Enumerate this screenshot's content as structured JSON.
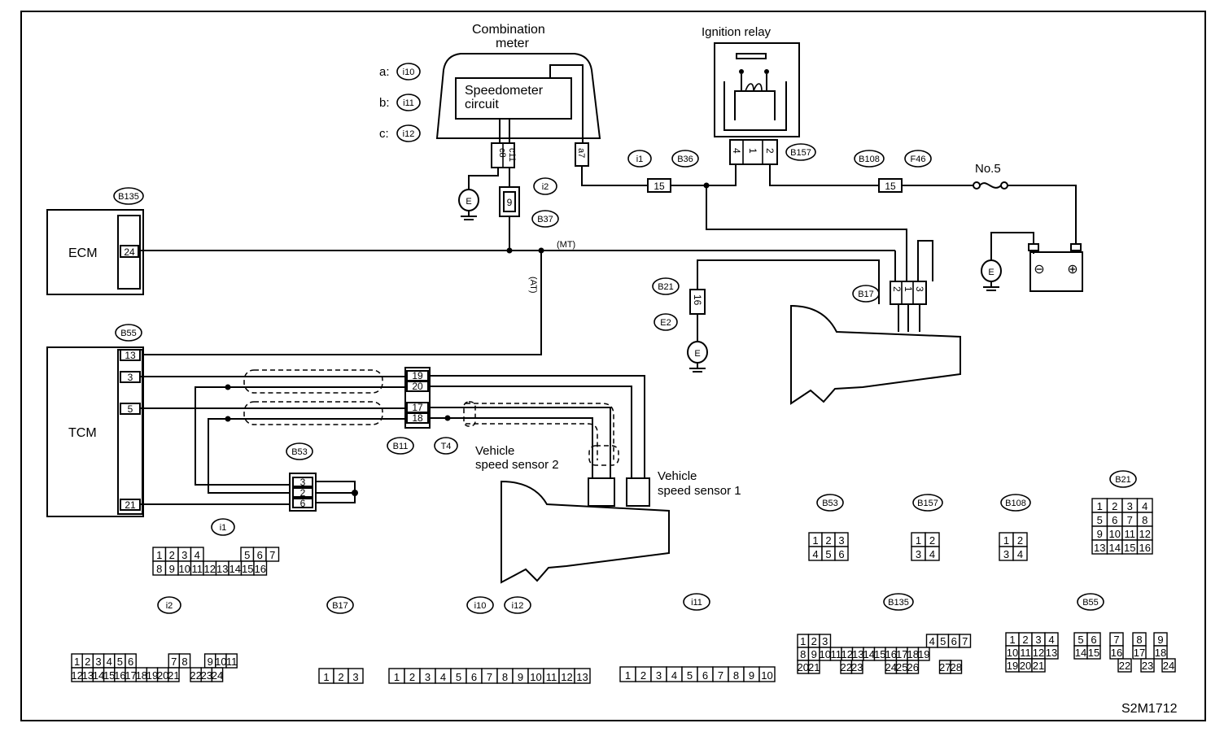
{
  "diagram": {
    "id": "S2M1712",
    "components": {
      "combination_meter": "Combination\nmeter",
      "combination_meter_1": "Combination",
      "combination_meter_2": "meter",
      "speedometer_1": "Speedometer",
      "speedometer_2": "circuit",
      "ignition_relay": "Ignition relay",
      "ecm": "ECM",
      "tcm": "TCM",
      "vss2_1": "Vehicle",
      "vss2_2": "speed sensor 2",
      "vss1_1": "Vehicle",
      "vss1_2": "speed sensor 1",
      "fuse": "No.5",
      "ground": "E"
    },
    "meter_legend": [
      {
        "letter": "a:",
        "conn": "i10"
      },
      {
        "letter": "b:",
        "conn": "i11"
      },
      {
        "letter": "c:",
        "conn": "i12"
      }
    ],
    "connector_tags": {
      "i1": "i1",
      "i2": "i2",
      "B36": "B36",
      "B37": "B37",
      "B157": "B157",
      "B108": "B108",
      "F46": "F46",
      "B135": "B135",
      "B55": "B55",
      "B21": "B21",
      "E2": "E2",
      "B17": "B17",
      "B53": "B53",
      "B11": "B11",
      "T4": "T4",
      "i10": "i10",
      "i12": "i12",
      "i11": "i11"
    },
    "wire_labels": {
      "mt": "(MT)",
      "at": "(AT)"
    },
    "pins": {
      "meter_c8": "c8",
      "meter_c11": "c11",
      "meter_a7": "a7",
      "i2_9": "9",
      "i1_15": "15",
      "b108_15": "15",
      "relay_4": "4",
      "relay_1": "1",
      "relay_2": "2",
      "ecm_24": "24",
      "b17_2": "2",
      "b17_1": "1",
      "b17_3": "3",
      "b21_16": "16",
      "tcm_13": "13",
      "tcm_3": "3",
      "tcm_5": "5",
      "tcm_21": "21",
      "b11_19": "19",
      "b11_20": "20",
      "b11_17": "17",
      "b11_18": "18",
      "b53_3": "3",
      "b53_2": "2",
      "b53_6": "6",
      "bat_minus": "⊖",
      "bat_plus": "⊕"
    }
  },
  "connector_faces": {
    "i1": [
      "1",
      "2",
      "3",
      "4",
      "5",
      "6",
      "7",
      "8",
      "9",
      "10",
      "11",
      "12",
      "13",
      "14",
      "15",
      "16"
    ],
    "i2": [
      "1",
      "2",
      "3",
      "4",
      "5",
      "6",
      "7",
      "8",
      "9",
      "10",
      "11",
      "12",
      "13",
      "14",
      "15",
      "16",
      "17",
      "18",
      "19",
      "20",
      "21",
      "22",
      "23",
      "24"
    ],
    "B17": [
      "1",
      "2",
      "3"
    ],
    "i10_i12": [
      "1",
      "2",
      "3",
      "4",
      "5",
      "6",
      "7",
      "8",
      "9",
      "10",
      "11",
      "12",
      "13"
    ],
    "i11": [
      "1",
      "2",
      "3",
      "4",
      "5",
      "6",
      "7",
      "8",
      "9",
      "10"
    ],
    "B53": [
      "1",
      "2",
      "3",
      "4",
      "5",
      "6"
    ],
    "B157": [
      "1",
      "2",
      "3",
      "4"
    ],
    "B108": [
      "1",
      "2",
      "3",
      "4"
    ],
    "B21": [
      "1",
      "2",
      "3",
      "4",
      "5",
      "6",
      "7",
      "8",
      "9",
      "10",
      "11",
      "12",
      "13",
      "14",
      "15",
      "16"
    ],
    "B135": [
      "1",
      "2",
      "3",
      "4",
      "5",
      "6",
      "7",
      "8",
      "9",
      "10",
      "11",
      "12",
      "13",
      "14",
      "15",
      "16",
      "17",
      "18",
      "19",
      "20",
      "21",
      "22",
      "23",
      "24",
      "25",
      "26",
      "27",
      "28"
    ],
    "B55": [
      "1",
      "2",
      "3",
      "4",
      "5",
      "6",
      "7",
      "8",
      "9",
      "10",
      "11",
      "12",
      "13",
      "14",
      "15",
      "16",
      "17",
      "18",
      "19",
      "20",
      "21",
      "22",
      "23",
      "24"
    ]
  }
}
